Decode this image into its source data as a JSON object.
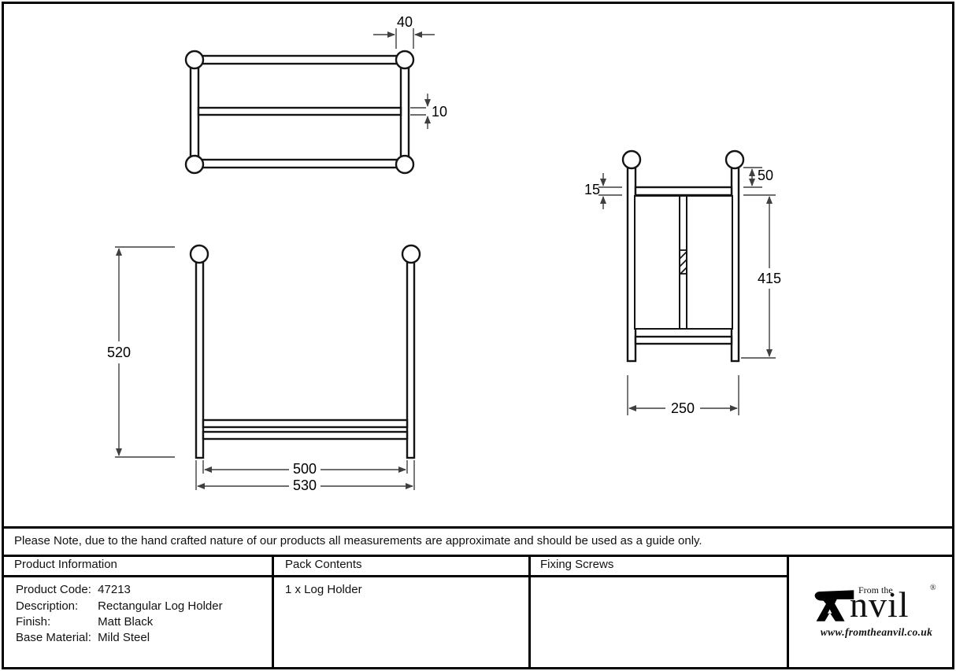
{
  "note": "Please Note, due to the hand crafted nature of our products all measurements are approximate and should be used as a guide only.",
  "drawing": {
    "dims": {
      "knob_diameter": "40",
      "mid_rail_thickness": "10",
      "overall_height": "520",
      "inner_width": "500",
      "overall_width": "530",
      "top_rail_thickness": "15",
      "knob_to_rail": "50",
      "side_frame_height": "415",
      "depth": "250"
    }
  },
  "table": {
    "headers": {
      "product_information": "Product Information",
      "pack_contents": "Pack Contents",
      "fixing_screws": "Fixing Screws"
    },
    "product_info": {
      "rows": [
        {
          "label": "Product Code:",
          "value": "47213"
        },
        {
          "label": "Description:",
          "value": "Rectangular Log Holder"
        },
        {
          "label": "Finish:",
          "value": "Matt Black"
        },
        {
          "label": "Base Material:",
          "value": "Mild Steel"
        }
      ]
    },
    "pack_contents_value": "1 x Log Holder"
  },
  "logo": {
    "tagline": "From the",
    "brand_suffix": "nvil",
    "registered": "®",
    "website": "www.fromtheanvil.co.uk"
  }
}
